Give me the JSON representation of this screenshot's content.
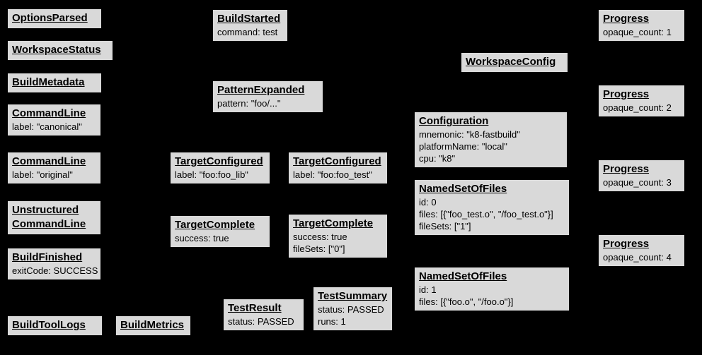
{
  "diagram": {
    "description": "Build event protocol diagram of gray event nodes on a black background",
    "background_color": "#000000",
    "node_fill_color": "#d9d9d9",
    "node_border_color": "#000000",
    "text_color": "#000000"
  },
  "nodes": [
    {
      "title": "OptionsParsed",
      "details": []
    },
    {
      "title": "WorkspaceStatus",
      "details": []
    },
    {
      "title": "BuildMetadata",
      "details": []
    },
    {
      "title": "CommandLine",
      "details": [
        "label: \"canonical\""
      ]
    },
    {
      "title": "CommandLine",
      "details": [
        "label: \"original\""
      ]
    },
    {
      "title": "Unstructured CommandLine",
      "details": []
    },
    {
      "title": "BuildFinished",
      "details": [
        "exitCode: SUCCESS"
      ]
    },
    {
      "title": "BuildToolLogs",
      "details": []
    },
    {
      "title": "BuildMetrics",
      "details": []
    },
    {
      "title": "BuildStarted",
      "details": [
        "command: test"
      ]
    },
    {
      "title": "PatternExpanded",
      "details": [
        "pattern: \"foo/...\""
      ]
    },
    {
      "title": "TargetConfigured",
      "details": [
        "label: \"foo:foo_lib\""
      ]
    },
    {
      "title": "TargetConfigured",
      "details": [
        "label: \"foo:foo_test\""
      ]
    },
    {
      "title": "TargetComplete",
      "details": [
        "success: true"
      ]
    },
    {
      "title": "TargetComplete",
      "details": [
        "success: true",
        "fileSets: [\"0\"]"
      ]
    },
    {
      "title": "TestResult",
      "details": [
        "status: PASSED"
      ]
    },
    {
      "title": "TestSummary",
      "details": [
        "status: PASSED",
        "runs: 1"
      ]
    },
    {
      "title": "WorkspaceConfig",
      "details": []
    },
    {
      "title": "Configuration",
      "details": [
        "mnemonic: \"k8-fastbuild\"",
        "platformName: \"local\"",
        "cpu: \"k8\""
      ]
    },
    {
      "title": "NamedSetOfFiles",
      "details": [
        "id: 0",
        "files: [{\"foo_test.o\", \"/foo_test.o\"}]",
        "fileSets: [\"1\"]"
      ]
    },
    {
      "title": "NamedSetOfFiles",
      "details": [
        "id: 1",
        "files: [{\"foo.o\", \"/foo.o\"}]"
      ]
    },
    {
      "title": "Progress",
      "details": [
        "opaque_count: 1"
      ]
    },
    {
      "title": "Progress",
      "details": [
        "opaque_count: 2"
      ]
    },
    {
      "title": "Progress",
      "details": [
        "opaque_count: 3"
      ]
    },
    {
      "title": "Progress",
      "details": [
        "opaque_count: 4"
      ]
    }
  ]
}
